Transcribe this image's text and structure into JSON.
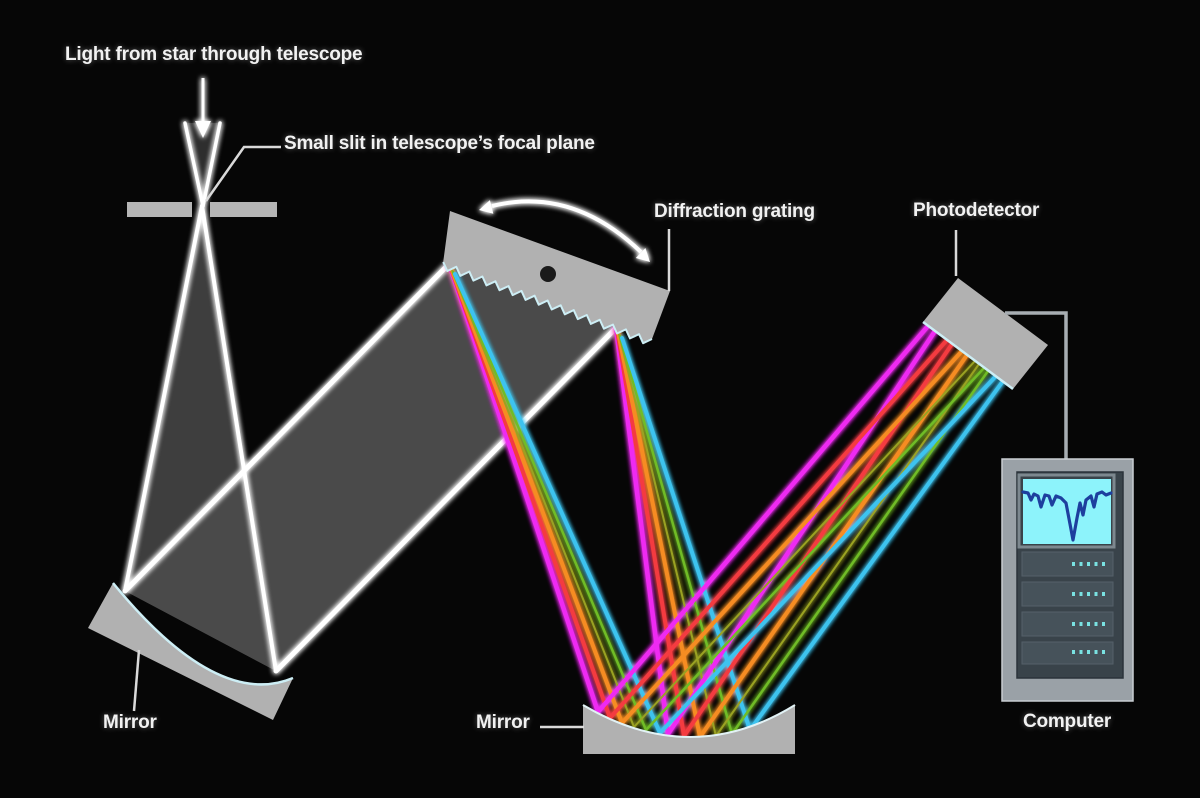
{
  "diagram": {
    "title": "Stellar spectrograph light path",
    "labels": {
      "star_light": "Light from star through telescope",
      "slit": "Small slit in telescope’s focal plane",
      "grating": "Diffraction grating",
      "photodetector": "Photodetector",
      "mirror_left": "Mirror",
      "mirror_center": "Mirror",
      "computer": "Computer"
    },
    "icons": {
      "down_arrow": "starlight entering slit",
      "rotation_arrow": "diffraction grating rotation direction"
    },
    "colors": {
      "background": "#060606",
      "beam_white": "#ffffff",
      "beam_fill": "#4a4a4a",
      "component_gray": "#b1b1b1",
      "edge_highlight": "#cdeef5",
      "ray_magenta": "#ee2af2",
      "ray_red": "#f43b40",
      "ray_orange": "#f68c22",
      "ray_olive": "#9aa224",
      "ray_green": "#6fbc26",
      "ray_cyan": "#3cc3ef",
      "computer_body": "#9aa1a7",
      "computer_panel": "#39434a",
      "computer_slat": "#46525a",
      "indicator_dot": "#7ae2e2",
      "screen_background": "#8df3fb",
      "spectrum_line": "#1d3f9e"
    },
    "computer_screen": {
      "content": "absorption spectrum trace with one deep central dip and several shallow dips",
      "indicator_rows": 4,
      "dots_per_row": 5
    }
  }
}
